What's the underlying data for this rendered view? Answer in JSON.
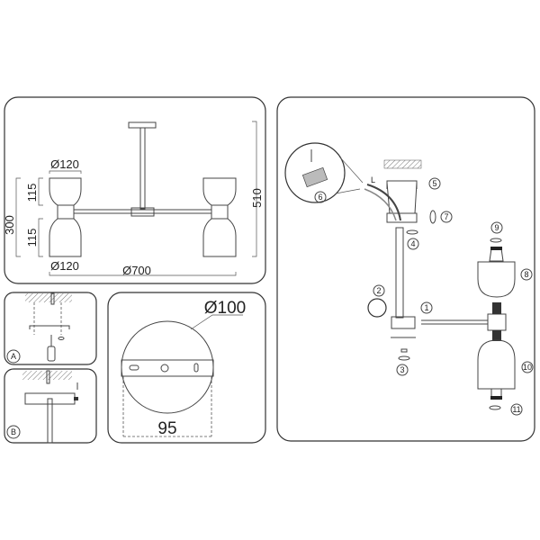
{
  "dimensions_panel": {
    "shade_diameter_top": "Ø120",
    "shade_diameter_bottom": "Ø120",
    "width": "Ø700",
    "height_total": "510",
    "height_shades": "300",
    "shade_upper_height": "115",
    "shade_lower_height": "115"
  },
  "mounting_panels": {
    "a_label": "A",
    "b_label": "B"
  },
  "canopy_panel": {
    "diameter": "Ø100",
    "bracket_width": "95"
  },
  "assembly_panel": {
    "steps": [
      "1",
      "2",
      "3",
      "4",
      "5",
      "6",
      "7",
      "8",
      "9",
      "10",
      "11"
    ],
    "wire_label": "L"
  }
}
